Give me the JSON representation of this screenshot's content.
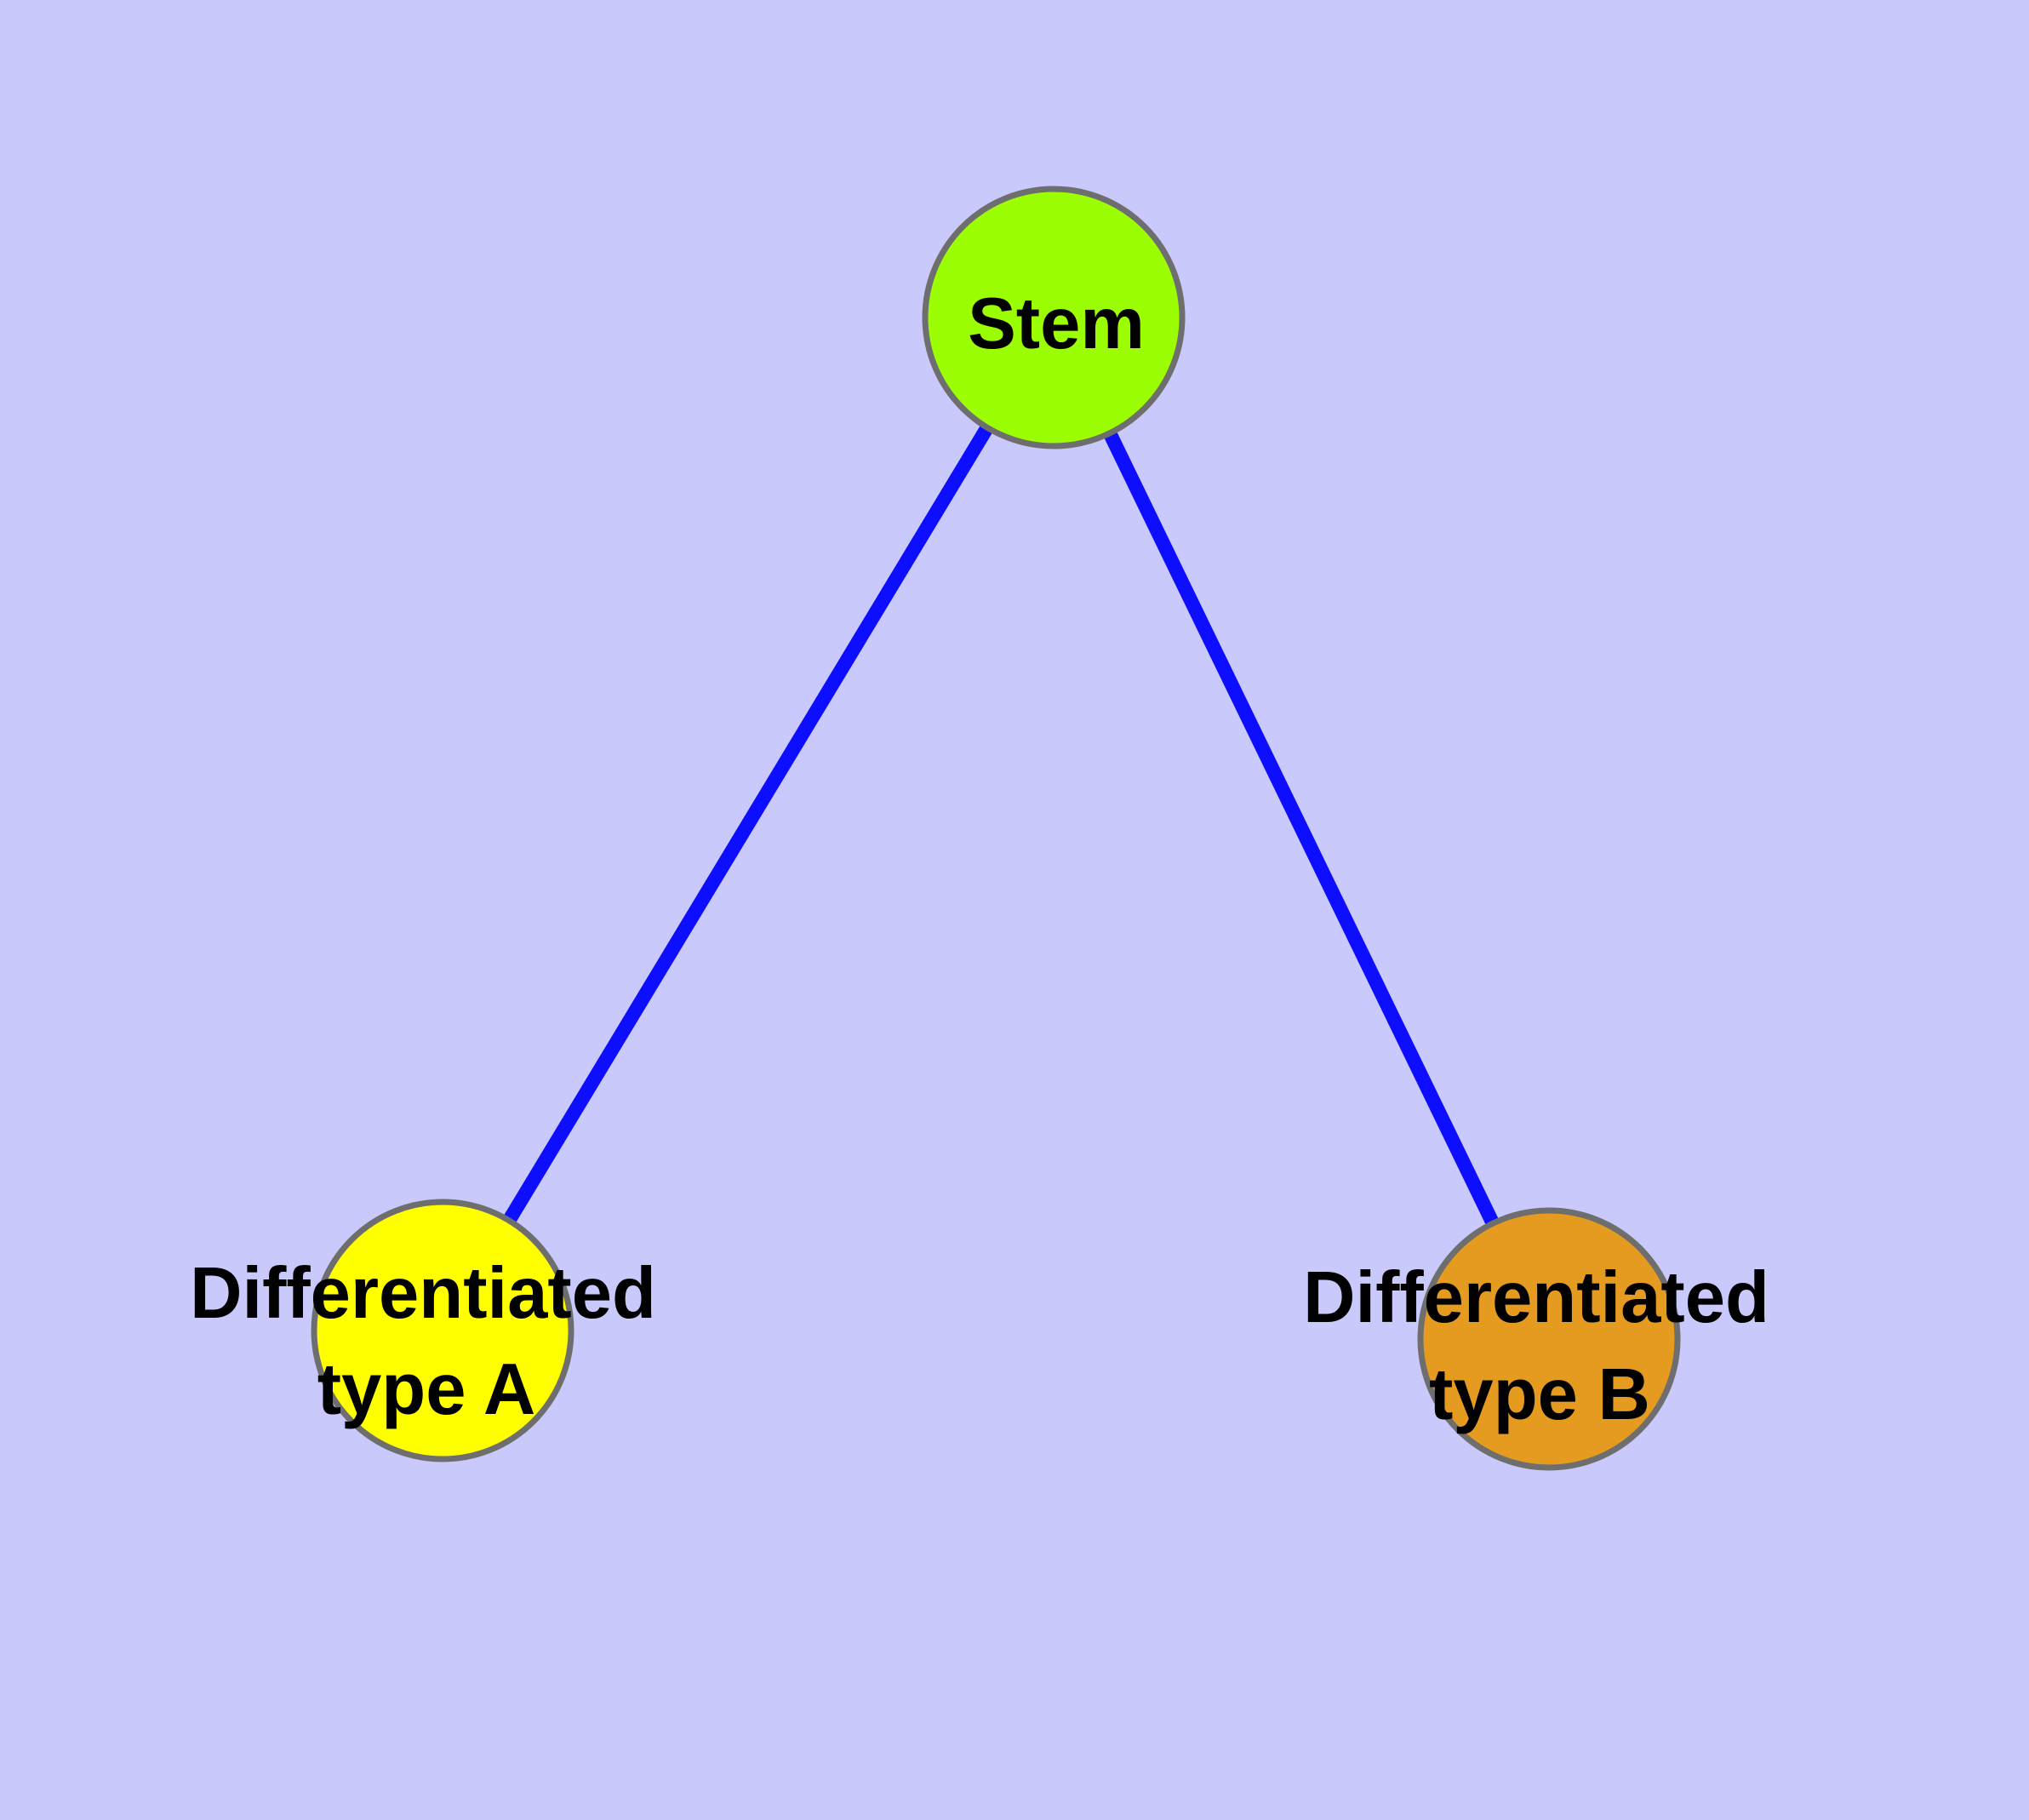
{
  "diagram": {
    "description": "Cell differentiation graph with a stem node and two differentiated cell type nodes"
  },
  "colors": {
    "background": "#c9c9fb",
    "edge": "#0d0dff",
    "node_border": "#6e6e6e",
    "stem_fill": "#9bfe03",
    "type_a_fill": "#ffff00",
    "type_b_fill": "#e59a20",
    "label_text": "#000000"
  },
  "graph": {
    "edge_color": "#0d0dff",
    "node_border_color": "#6e6e6e",
    "nodes": [
      {
        "id": "stem",
        "label": "Stem",
        "fill": "#9bfe03"
      },
      {
        "id": "diff-a",
        "label_line1": "Differentiated",
        "label_line2": "type A",
        "fill": "#ffff00"
      },
      {
        "id": "diff-b",
        "label_line1": "Differentiated",
        "label_line2": "type B",
        "fill": "#e59a20"
      }
    ],
    "edges": [
      {
        "from": "Stem",
        "to": "Differentiated type A"
      },
      {
        "from": "Stem",
        "to": "Differentiated type B"
      }
    ]
  }
}
